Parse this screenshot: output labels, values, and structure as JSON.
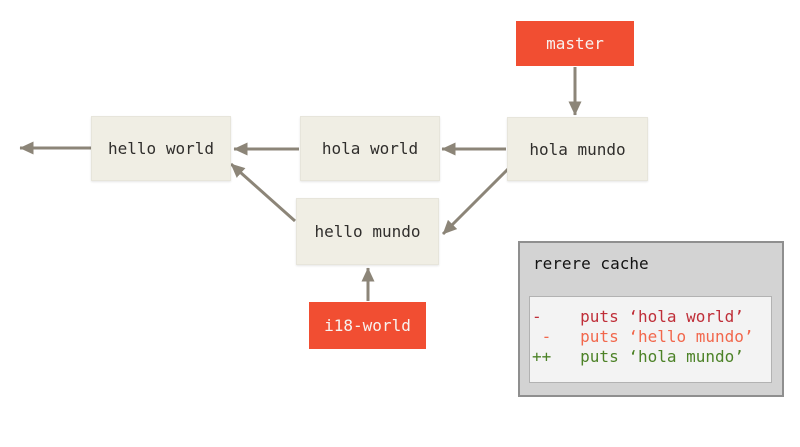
{
  "colors": {
    "background": "#ffffff",
    "branch_box": "#f14e32",
    "branch_text": "#f7f2ef",
    "commit_box": "#f0eee4",
    "commit_text": "#302e2c",
    "arrow": "#8c8578",
    "cache_panel_bg": "#d3d3d3",
    "cache_panel_border": "#8f8f8f",
    "diff_box_bg": "#f3f3f3",
    "diff_box_border": "#b2b2b2",
    "diff_removed_ours": "#bf2e38",
    "diff_removed_theirs": "#f2674c",
    "diff_added": "#4c8227"
  },
  "branches": [
    {
      "name": "master"
    },
    {
      "name": "i18-world"
    }
  ],
  "commits": [
    {
      "label": "hello world"
    },
    {
      "label": "hola world"
    },
    {
      "label": "hola mundo"
    },
    {
      "label": "hello mundo"
    }
  ],
  "rerere_cache": {
    "title": "rerere cache",
    "diff_lines": [
      {
        "text": "-    puts ‘hola world’",
        "color": "#bf2e38"
      },
      {
        "text": " -   puts ‘hello mundo’",
        "color": "#f2674c"
      },
      {
        "text": "++   puts ‘hola mundo’",
        "color": "#4c8227"
      }
    ]
  }
}
